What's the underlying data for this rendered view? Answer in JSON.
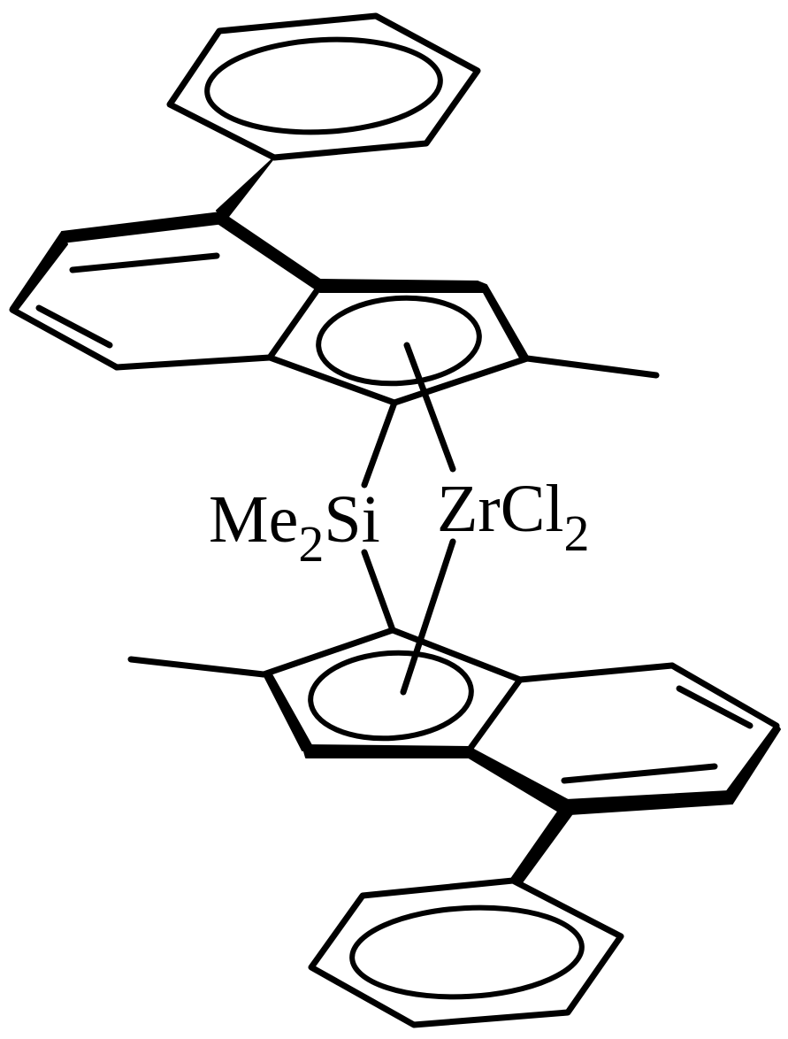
{
  "labels": {
    "bridge": {
      "main": "Me",
      "subscript": "2",
      "tail": "Si"
    },
    "metal": {
      "main": "ZrCl",
      "subscript": "2"
    }
  },
  "colors": {
    "line": "#000000",
    "background": "#ffffff"
  }
}
